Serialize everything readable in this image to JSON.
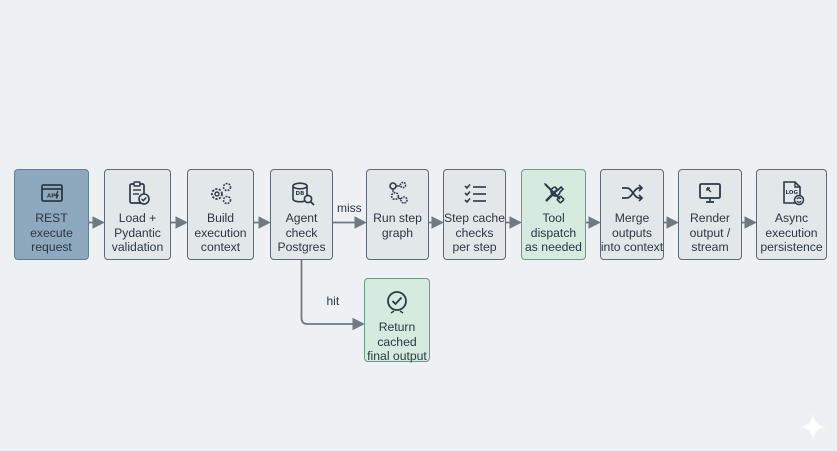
{
  "nodes": [
    {
      "id": "rest",
      "label": "REST\nexecute\nrequest",
      "icon": "api-icon",
      "style": "primary"
    },
    {
      "id": "load",
      "label": "Load +\nPydantic\nvalidation",
      "icon": "clipboard-check-icon",
      "style": "default"
    },
    {
      "id": "build",
      "label": "Build\nexecution\ncontext",
      "icon": "gears-icon",
      "style": "default"
    },
    {
      "id": "agent",
      "label": "Agent\ncheck\nPostgres",
      "icon": "database-search-icon",
      "style": "default"
    },
    {
      "id": "run",
      "label": "Run step\ngraph",
      "icon": "graph-icon",
      "style": "default"
    },
    {
      "id": "stepcache",
      "label": "Step cache\nchecks\nper step",
      "icon": "checklist-icon",
      "style": "default"
    },
    {
      "id": "tool",
      "label": "Tool\ndispatch\nas needed",
      "icon": "tools-icon",
      "style": "green"
    },
    {
      "id": "merge",
      "label": "Merge\noutputs\ninto context",
      "icon": "shuffle-icon",
      "style": "default"
    },
    {
      "id": "render",
      "label": "Render\noutput /\nstream",
      "icon": "cast-screen-icon",
      "style": "default"
    },
    {
      "id": "async",
      "label": "Async\nexecution\npersistence",
      "icon": "log-file-icon",
      "style": "default"
    },
    {
      "id": "return",
      "label": "Return\ncached\nfinal output",
      "icon": "check-circle-icon",
      "style": "green"
    }
  ],
  "edges": [
    {
      "from": "rest",
      "to": "load",
      "label": ""
    },
    {
      "from": "load",
      "to": "build",
      "label": ""
    },
    {
      "from": "build",
      "to": "agent",
      "label": ""
    },
    {
      "from": "agent",
      "to": "run",
      "label": "miss"
    },
    {
      "from": "run",
      "to": "stepcache",
      "label": ""
    },
    {
      "from": "stepcache",
      "to": "tool",
      "label": ""
    },
    {
      "from": "tool",
      "to": "merge",
      "label": ""
    },
    {
      "from": "merge",
      "to": "render",
      "label": ""
    },
    {
      "from": "render",
      "to": "async",
      "label": ""
    },
    {
      "from": "agent",
      "to": "return",
      "label": "hit"
    }
  ],
  "colors": {
    "background": "#eef1f3",
    "node_fill": "#e2e7ea",
    "node_border": "#5e6b76",
    "primary_fill": "#8ea8bd",
    "green_fill": "#d5ebdf",
    "edge": "#6f7a84"
  }
}
